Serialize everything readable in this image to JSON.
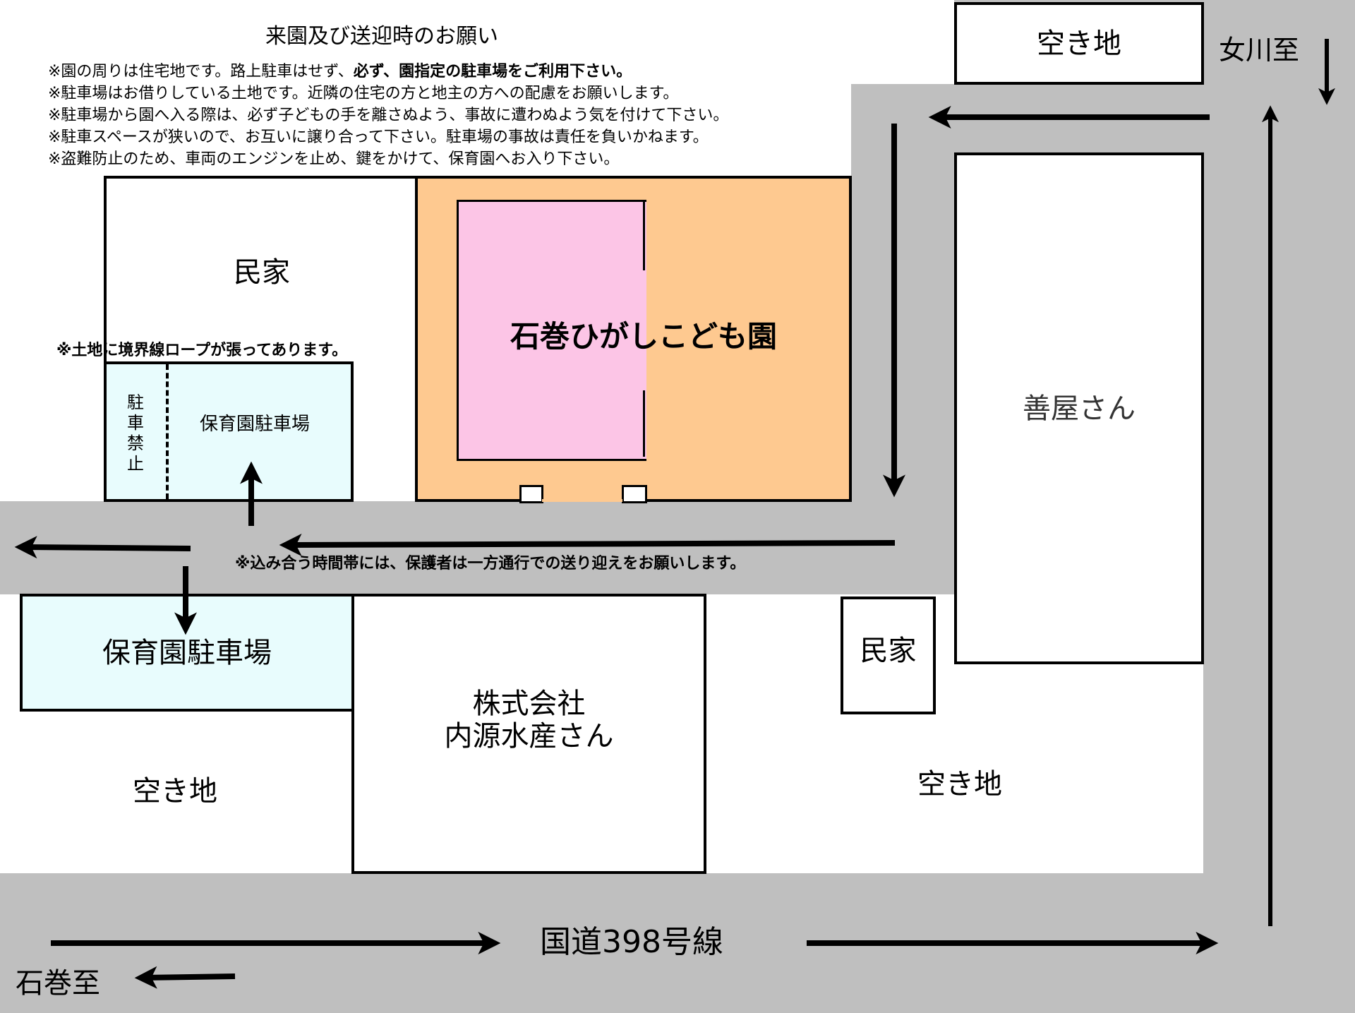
{
  "notice": {
    "title": "来園及び送迎時のお願い",
    "lines": [
      {
        "pre": "※園の周りは住宅地です。路上駐車はせず、",
        "bold": "必ず、園指定の駐車場をご利用下さい。"
      },
      {
        "pre": "※駐車場はお借りしている土地です。近隣の住宅の方と地主の方への配慮をお願いします。",
        "bold": ""
      },
      {
        "pre": "※駐車場から園へ入る際は、必ず子どもの手を離さぬよう、事故に遭わぬよう気を付けて下さい。",
        "bold": ""
      },
      {
        "pre": "※駐車スペースが狭いので、お互いに譲り合って下さい。駐車場の事故は責任を負いかねます。",
        "bold": ""
      },
      {
        "pre": "※盗難防止のため、車両のエンジンを止め、鍵をかけて、保育園へお入り下さい。",
        "bold": ""
      }
    ]
  },
  "map": {
    "nursery_name": "石巻ひがしこども園",
    "house_top_left": "民家",
    "boundary_note": "※土地に境界線ロープが張ってあります。",
    "parking_top": {
      "label": "保育園駐車場",
      "no_parking": "駐車禁止"
    },
    "one_way_note": "※込み合う時間帯には、保護者は一方通行での送り迎えをお願いします。",
    "parking_bottom": "保育園駐車場",
    "vacant_bottom_left": "空き地",
    "company": {
      "line1": "株式会社",
      "line2": "内源水産さん"
    },
    "house_small": "民家",
    "vacant_bottom_right": "空き地",
    "vacant_top_right": "空き地",
    "zenya": "善屋さん",
    "to_onagawa": "女川至",
    "to_ishinomaki": "石巻至",
    "route": "国道398号線"
  },
  "colors": {
    "road": "#bfbfbf",
    "nursery_grounds": "#fec990",
    "nursery_building": "#fcc5e6",
    "parking": "#e8fcfd"
  }
}
